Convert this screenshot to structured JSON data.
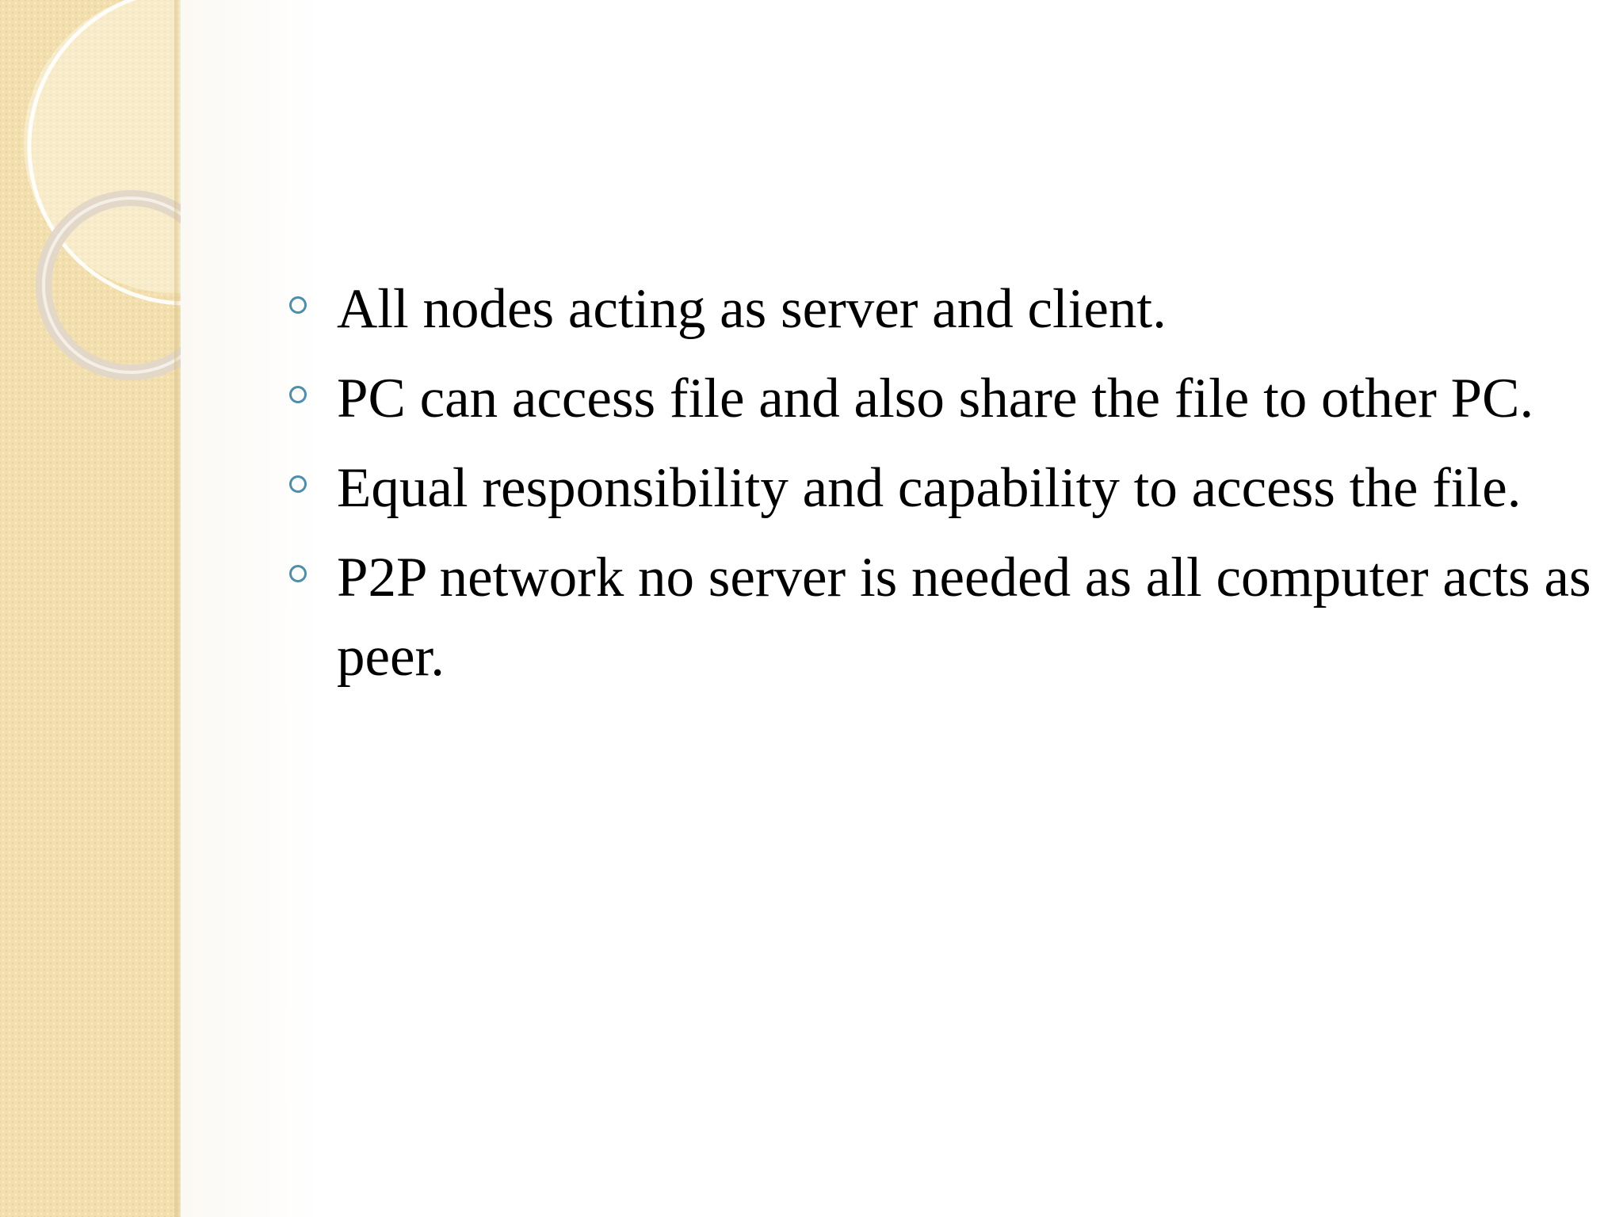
{
  "slide": {
    "accent_color": "#4f8ea8",
    "side_panel_color": "#f2dfad",
    "bullets": [
      {
        "text": "All nodes acting as server and client."
      },
      {
        "text": "PC can access file and also share the file to other PC."
      },
      {
        "text": "Equal responsibility and capability to access the file."
      },
      {
        "text": "P2P network no server is needed as all computer acts as peer."
      }
    ]
  }
}
